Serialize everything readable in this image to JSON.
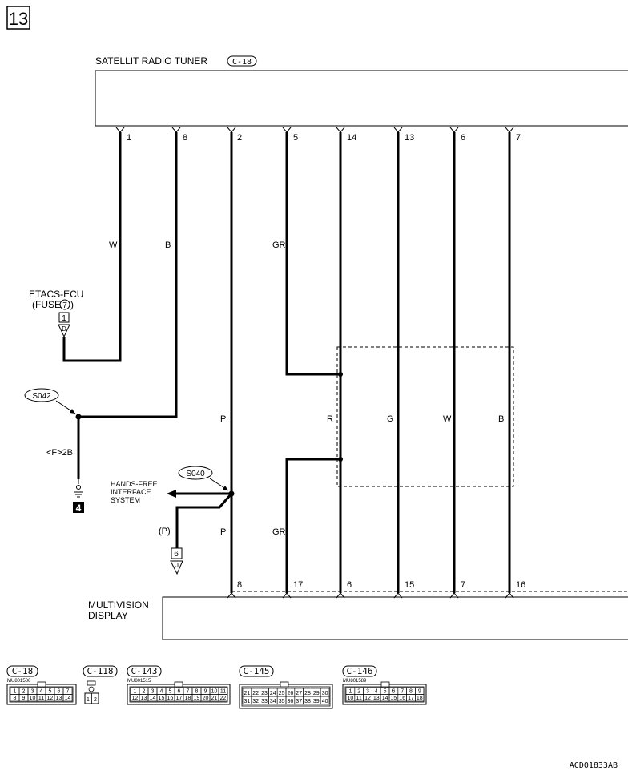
{
  "page": {
    "page_number": "13",
    "figure_code": "ACD01833AB"
  },
  "tuner": {
    "title": "SATELLIT RADIO TUNER",
    "connector": "C-18",
    "pins": [
      "1",
      "8",
      "2",
      "5",
      "14",
      "13",
      "6",
      "7"
    ]
  },
  "wire_colors": {
    "w1": "W",
    "w8": "B",
    "w5": "GR",
    "w2": "P",
    "w14": "R",
    "w13": "G",
    "w6": "W",
    "w7": "B",
    "w2_lower": "P",
    "w17": "GR"
  },
  "etacs": {
    "line1": "ETACS-ECU",
    "line2": "(FUSE",
    "fuse_number": "7",
    "line2_end": ")",
    "box_number": "1",
    "terminal": "D"
  },
  "splices": {
    "s042": "S042",
    "s040": "S040"
  },
  "ground": {
    "label": "<F>2B",
    "number": "4"
  },
  "hands_free": {
    "line1": "HANDS-FREE",
    "line2": "INTERFACE",
    "line3": "SYSTEM",
    "wire_color": "(P)",
    "box_number": "6",
    "terminal": "J"
  },
  "display": {
    "line1": "MULTIVISION",
    "line2": "DISPLAY",
    "pins": [
      "8",
      "17",
      "6",
      "15",
      "7",
      "16"
    ]
  },
  "connectors": [
    {
      "name": "C-18",
      "part": "MU801586",
      "rows": [
        [
          "1",
          "2",
          "3",
          "4",
          "5",
          "6",
          "7"
        ],
        [
          "8",
          "9",
          "10",
          "11",
          "12",
          "13",
          "14"
        ]
      ]
    },
    {
      "name": "C-118",
      "part": "",
      "rows": [
        [
          "1",
          "2"
        ]
      ]
    },
    {
      "name": "C-143",
      "part": "MU801515",
      "rows": [
        [
          "1",
          "2",
          "3",
          "4",
          "5",
          "6",
          "7",
          "8",
          "9",
          "10",
          "11"
        ],
        [
          "12",
          "13",
          "14",
          "15",
          "16",
          "17",
          "18",
          "19",
          "20",
          "21",
          "22"
        ]
      ]
    },
    {
      "name": "C-145",
      "part": "",
      "rows": [
        [
          "21",
          "22",
          "23",
          "24",
          "25",
          "26",
          "27",
          "28",
          "29",
          "30"
        ],
        [
          "31",
          "32",
          "33",
          "34",
          "35",
          "36",
          "37",
          "38",
          "39",
          "40"
        ]
      ]
    },
    {
      "name": "C-146",
      "part": "MU801589",
      "rows": [
        [
          "1",
          "2",
          "3",
          "4",
          "5",
          "6",
          "7",
          "8",
          "9"
        ],
        [
          "10",
          "11",
          "12",
          "13",
          "14",
          "15",
          "16",
          "17",
          "18"
        ]
      ]
    }
  ],
  "colors": {
    "line": "#000000",
    "background": "#ffffff"
  }
}
